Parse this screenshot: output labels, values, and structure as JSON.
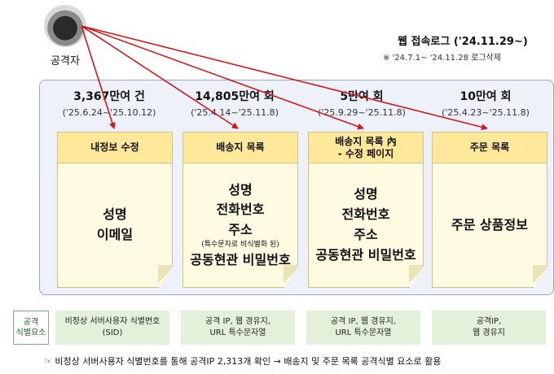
{
  "attacker": {
    "label": "공격자",
    "icon": "hooded-hacker-icon"
  },
  "weblog": {
    "title": "웹 접속로그 ('24.11.29~)",
    "note": "※ '24.7.1~ '24.11.28 로그삭제"
  },
  "columns": [
    {
      "count": "3,367만여 건",
      "period": "('25.6.24~'25.10.12)",
      "caption": "내정보 수정",
      "items": [
        "성명",
        "이메일"
      ]
    },
    {
      "count": "14,805만여 회",
      "period": "('25.4.14~'25.11.8)",
      "caption": "배송지 목록",
      "items": [
        "성명",
        "전화번호",
        "주소",
        "(특수문자로 비식별화 된)",
        "공동현관 비밀번호"
      ]
    },
    {
      "count": "5만여 회",
      "period": "('25.9.29~'25.11.8)",
      "caption": "배송지 목록 內\n- 수정 페이지",
      "items": [
        "성명",
        "전화번호",
        "주소",
        "공동현관 비밀번호"
      ]
    },
    {
      "count": "10만여 회",
      "period": "('25.4.23~'25.11.8)",
      "caption": "주문 목록",
      "items": [
        "주문 상품정보"
      ]
    }
  ],
  "identifiers": {
    "label": "공격\n식별요소",
    "boxes": [
      "비정상 서버사용자 식별번호\n(SID)",
      "공격 IP, 웹 경유지,\nURL 특수문자열",
      "공격 IP, 웹 경유지,\nURL 특수문자열",
      "공격IP,\n웹 경유지"
    ]
  },
  "footer": "☞ 비정상 서버사용자 식별번호를 통해 공격IP 2,313개 확인 → 배송지 및 주문 목록 공격식별 요소로 활용",
  "colors": {
    "arrow": "#d01818",
    "panel": "#eef1f9",
    "card_header": "#ffe89a",
    "card_body": "#fffbe2",
    "id_box": "#e3f0da"
  }
}
